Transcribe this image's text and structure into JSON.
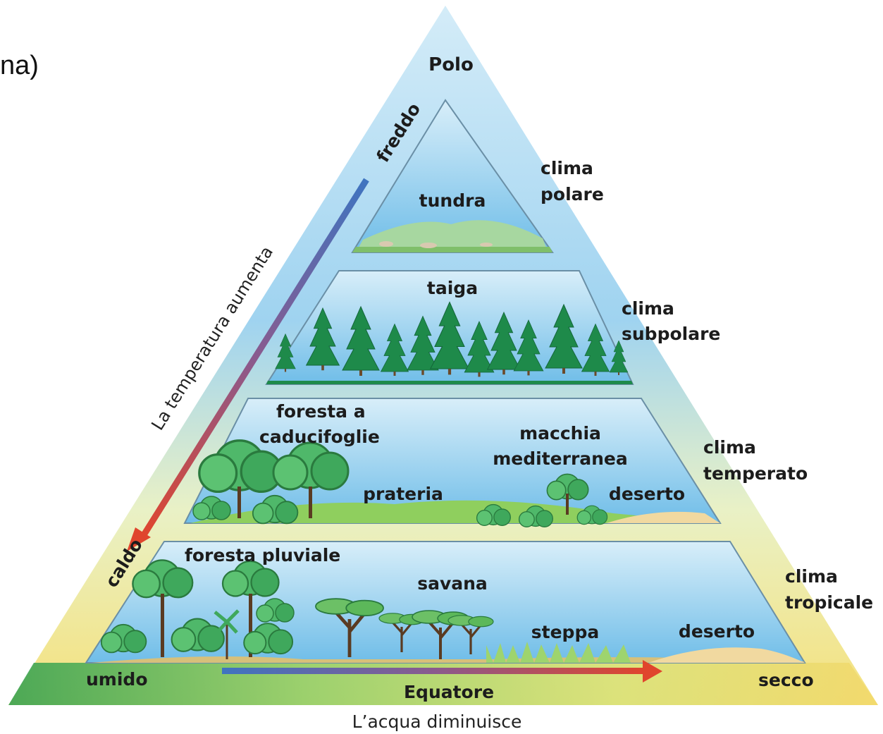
{
  "corner_text": "na)",
  "top_label": "Polo",
  "bottom_label": "Equatore",
  "left_axis": {
    "cold": "freddo",
    "hot": "caldo",
    "caption": "La temperatura aumenta"
  },
  "bottom_axis": {
    "wet": "umido",
    "dry": "secco",
    "caption": "L’acqua diminuisce"
  },
  "climates": {
    "polar": [
      "clima",
      "polare"
    ],
    "subpolar": [
      "clima",
      "subpolare"
    ],
    "temperate": [
      "clima",
      "temperato"
    ],
    "tropical": [
      "clima",
      "tropicale"
    ]
  },
  "biomes": {
    "tundra": "tundra",
    "taiga": "taiga",
    "deciduous": [
      "foresta a",
      "caducifoglie"
    ],
    "mediterranean": [
      "macchia",
      "mediterranea"
    ],
    "prairie": "prateria",
    "temperate_desert": "deserto",
    "rainforest": "foresta pluviale",
    "savanna": "savana",
    "steppe": "steppa",
    "tropical_desert": "deserto"
  },
  "colors": {
    "sky_top": "#cfe9f8",
    "sky_bottom": "#7cc2ea",
    "tree_dark": "#1e8a4a",
    "tree_light": "#4fb86a",
    "cold_arrow": "#3f74c0",
    "hot_arrow": "#e0452d",
    "desert": "#f1d9a0"
  }
}
